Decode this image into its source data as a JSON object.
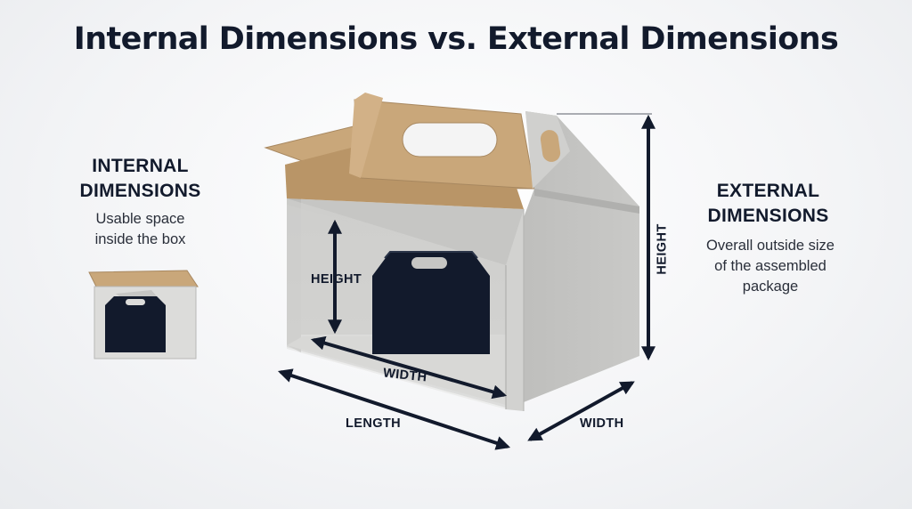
{
  "title": "Internal Dimensions vs. External Dimensions",
  "internal": {
    "heading_line1": "INTERNAL",
    "heading_line2": "DIMENSIONS",
    "desc_line1": "Usable space",
    "desc_line2": "inside the box"
  },
  "external": {
    "heading_line1": "EXTERNAL",
    "heading_line2": "DIMENSIONS",
    "desc_line1": "Overall outside size",
    "desc_line2": "of the assembled",
    "desc_line3": "package"
  },
  "labels": {
    "internal_height": "HEIGHT",
    "internal_width": "WIDTH",
    "length": "LENGTH",
    "external_width": "WIDTH",
    "external_height": "HEIGHT"
  },
  "colors": {
    "navy": "#121a2c",
    "kraft": "#c9a77a",
    "box_gray": "#c4c4c2",
    "box_light": "#d9d9d7"
  }
}
